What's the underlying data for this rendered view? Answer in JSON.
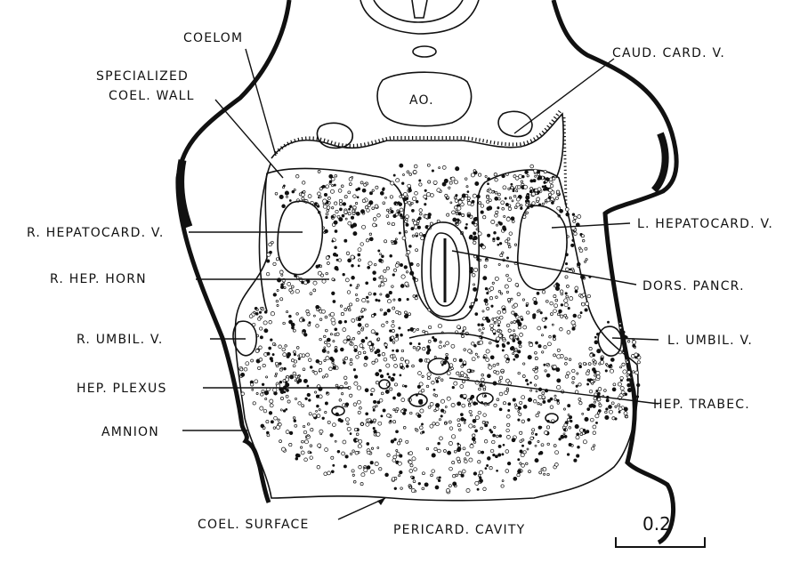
{
  "labels": {
    "coelom": "COELOM",
    "specialized_1": "SPECIALIZED",
    "specialized_2": "COEL. WALL",
    "ao": "AO.",
    "caud_card_v": "CAUD. CARD. V.",
    "r_hepatocard_v": "R. HEPATOCARD. V.",
    "l_hepatocard_v": "L. HEPATOCARD. V.",
    "r_hep_horn": "R. HEP. HORN",
    "dors_pancr": "DORS. PANCR.",
    "r_umbil_v": "R. UMBIL. V.",
    "l_umbil_v": "L. UMBIL. V.",
    "hep_plexus": "HEP. PLEXUS",
    "hep_trabec": "HEP. TRABEC.",
    "amnion": "AMNION",
    "coel_surface": "COEL. SURFACE",
    "pericard_cavity": "PERICARD. CAVITY",
    "scale_value": "0.2"
  }
}
